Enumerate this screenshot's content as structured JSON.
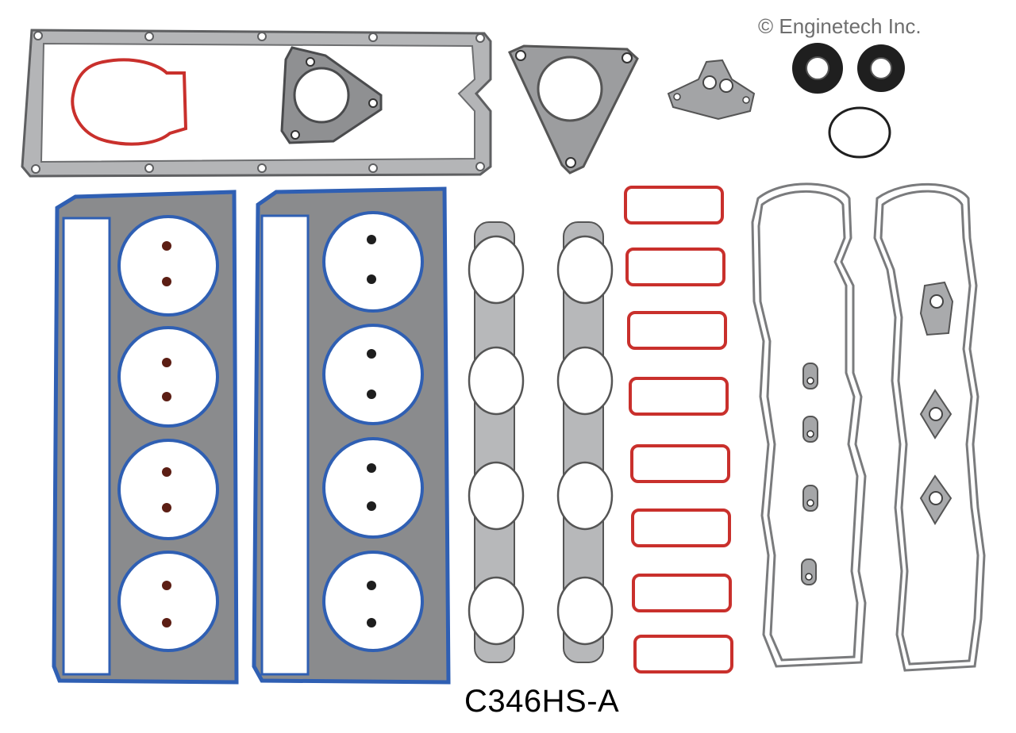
{
  "copyright": "© Enginetech Inc.",
  "part_number": "C346HS-A",
  "colors": {
    "background": "#ffffff",
    "gasket_gray": "#a9aaab",
    "gasket_edge": "#5e5f61",
    "head_gasket_blue": "#2f5fb3",
    "seal_red": "#c9302c",
    "seal_dark": "#2b2b2b"
  },
  "components": [
    "valley-cover-gasket",
    "egr-gasket-triangle",
    "egr-plate-gasket",
    "valve-cover-grommets",
    "o-ring",
    "head-gasket-left",
    "head-gasket-right",
    "exhaust-manifold-gasket-left",
    "exhaust-manifold-gasket-right",
    "intake-manifold-gaskets",
    "valve-cover-gasket-left",
    "valve-cover-gasket-right"
  ]
}
